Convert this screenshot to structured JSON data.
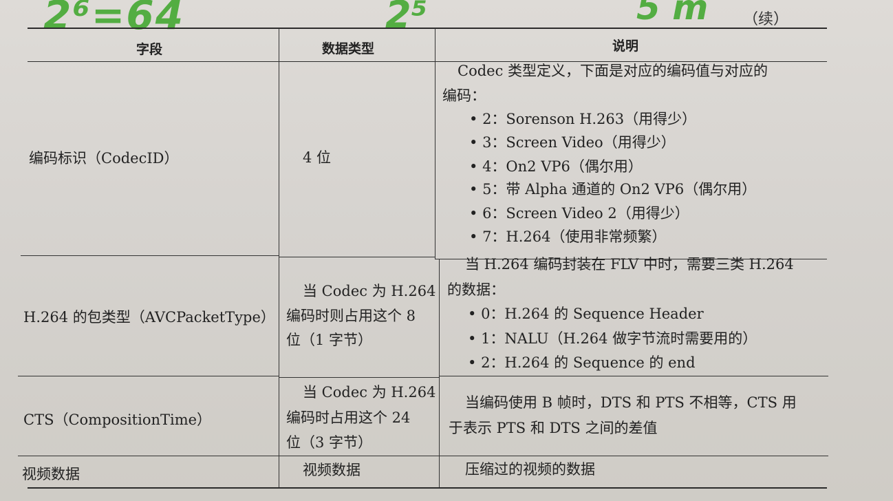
{
  "handwriting": {
    "a": "2⁶=64",
    "b": "2⁵",
    "c": "5 m"
  },
  "continued": "（续）",
  "headers": {
    "field": "字段",
    "type": "数据类型",
    "desc": "说明"
  },
  "rows": [
    {
      "field": "编码标识（CodecID）",
      "type_lines": [
        "4 位"
      ],
      "desc_lines": [
        "Codec 类型定义，下面是对应的编码值与对应的",
        "编码：",
        "2：Sorenson H.263（用得少）",
        "3：Screen Video（用得少）",
        "4：On2 VP6（偶尔用）",
        "5：带 Alpha 通道的 On2 VP6（偶尔用）",
        "6：Screen Video 2（用得少）",
        "7：H.264（使用非常频繁）"
      ]
    },
    {
      "field": "H.264 的包类型（AVCPacketType）",
      "type_lines": [
        "当 Codec 为 H.264",
        "编码时则占用这个 8",
        "位（1 字节）"
      ],
      "desc_lines": [
        "当 H.264 编码封装在 FLV 中时，需要三类 H.264",
        "的数据：",
        "0：H.264 的 Sequence Header",
        "1：NALU（H.264 做字节流时需要用的）",
        "2：H.264 的 Sequence 的 end"
      ]
    },
    {
      "field": "CTS（CompositionTime）",
      "type_lines": [
        "当 Codec 为 H.264",
        "编码时占用这个 24",
        "位（3 字节）"
      ],
      "desc_lines": [
        "当编码使用 B 帧时，DTS 和 PTS 不相等，CTS 用",
        "于表示 PTS 和 DTS 之间的差值"
      ]
    },
    {
      "field": "视频数据",
      "type_lines": [
        "视频数据"
      ],
      "desc_lines": [
        "压缩过的视频的数据"
      ]
    }
  ]
}
